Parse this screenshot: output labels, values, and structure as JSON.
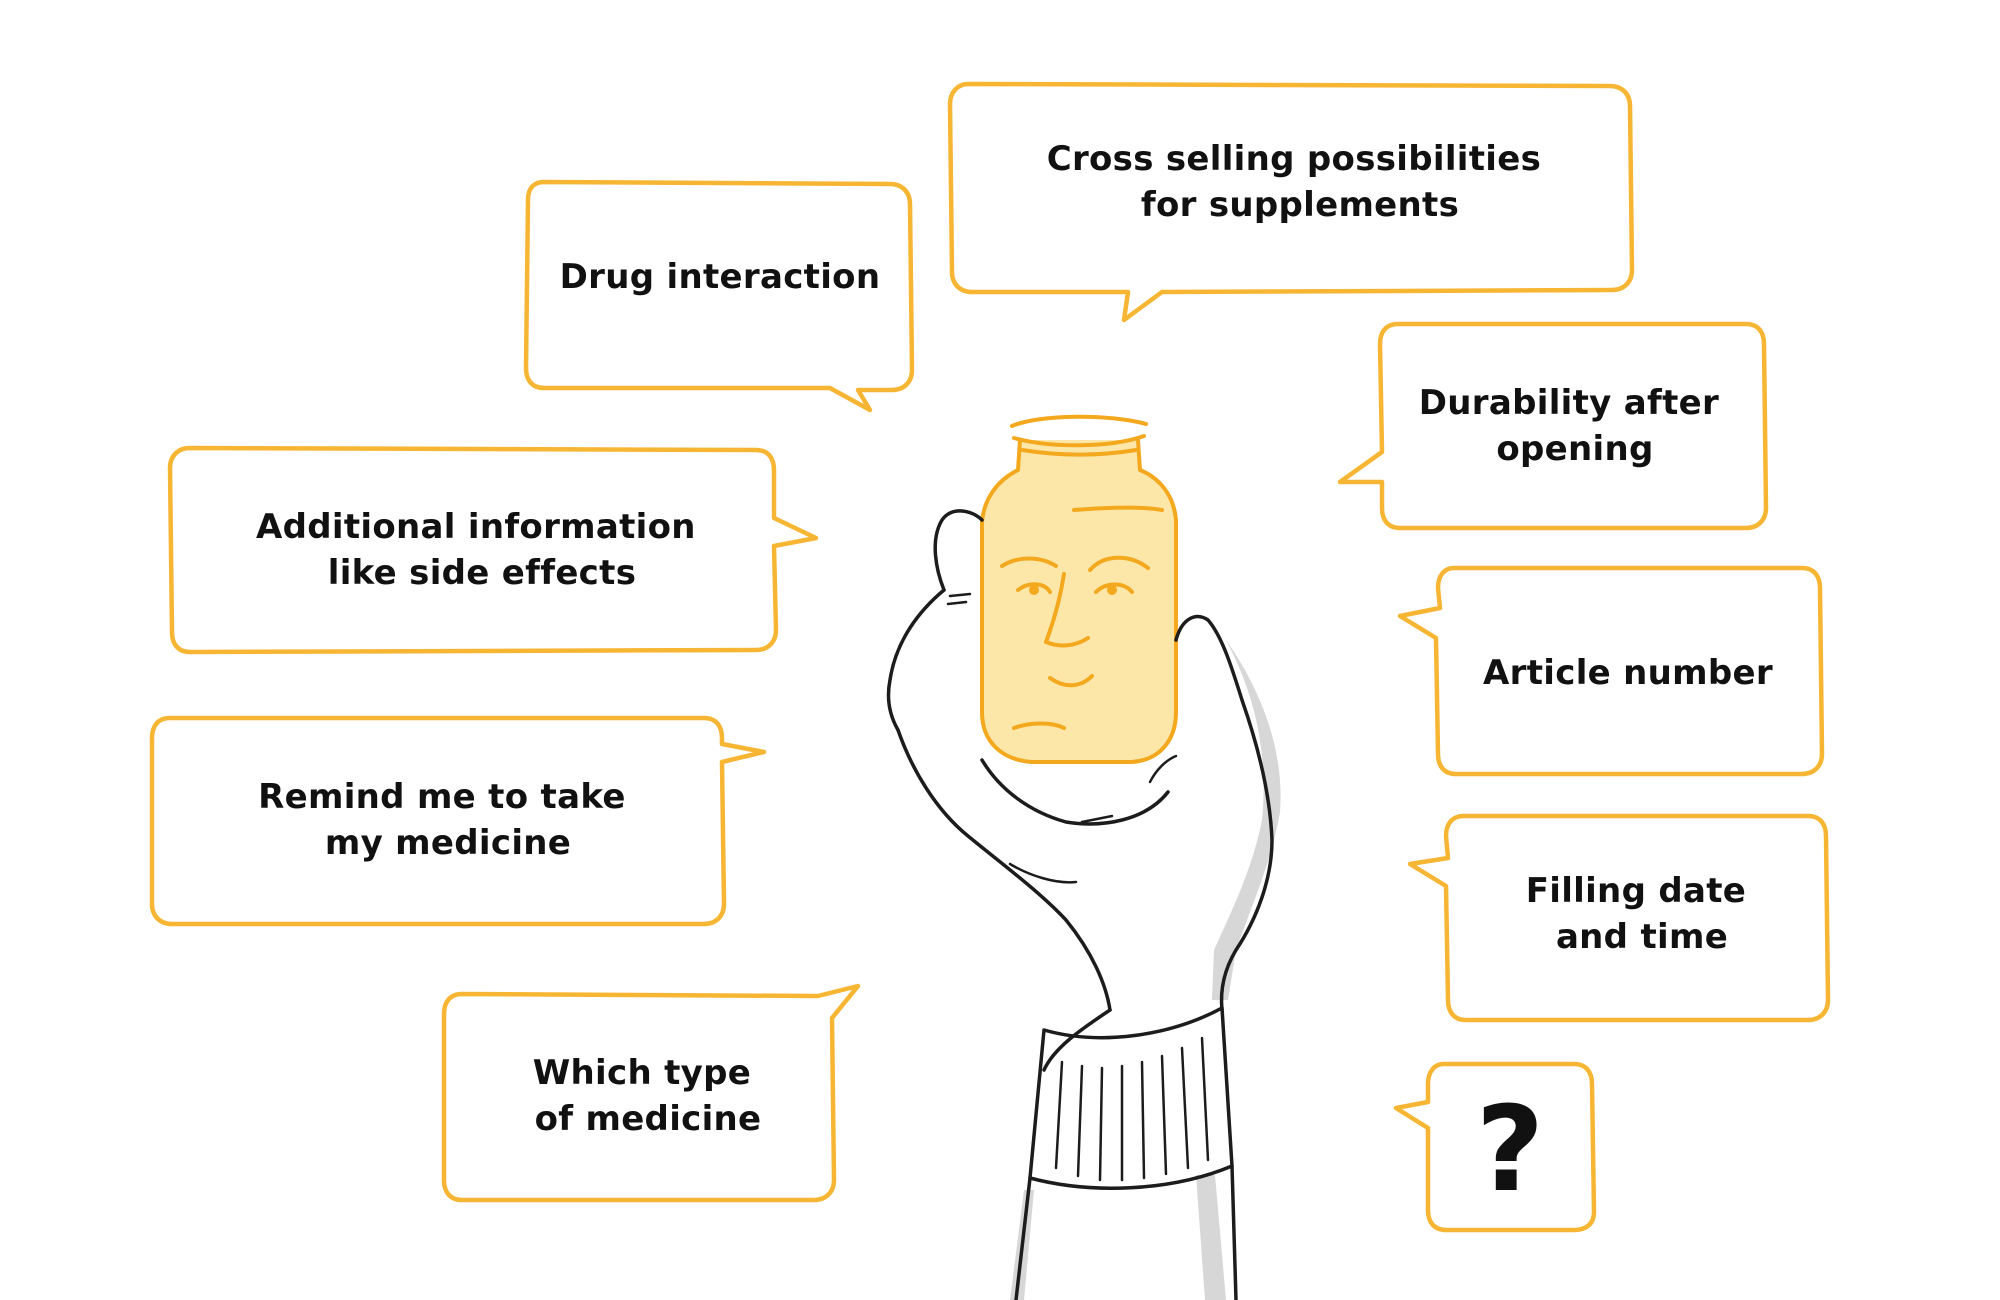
{
  "illustration": {
    "subject": "hand-holding-medicine-bottle",
    "accent_color": "#f6b532",
    "bottle_fill_color": "#fde7a8",
    "ink_color": "#1c1c1c"
  },
  "bubbles": [
    {
      "id": "cross-selling",
      "lines": [
        "Cross selling possibilities",
        "for supplements"
      ]
    },
    {
      "id": "drug-interaction",
      "lines": [
        "Drug interaction"
      ]
    },
    {
      "id": "durability",
      "lines": [
        "Durability after",
        "opening"
      ]
    },
    {
      "id": "additional-info",
      "lines": [
        "Additional information",
        "like side effects"
      ]
    },
    {
      "id": "article-number",
      "lines": [
        "Article number"
      ]
    },
    {
      "id": "remind-me",
      "lines": [
        "Remind me to take",
        "my medicine"
      ]
    },
    {
      "id": "filling-date",
      "lines": [
        "Filling date",
        "and time"
      ]
    },
    {
      "id": "type-of-medicine",
      "lines": [
        "Which type",
        "of medicine"
      ]
    },
    {
      "id": "unknown",
      "lines": [
        "?"
      ]
    }
  ]
}
